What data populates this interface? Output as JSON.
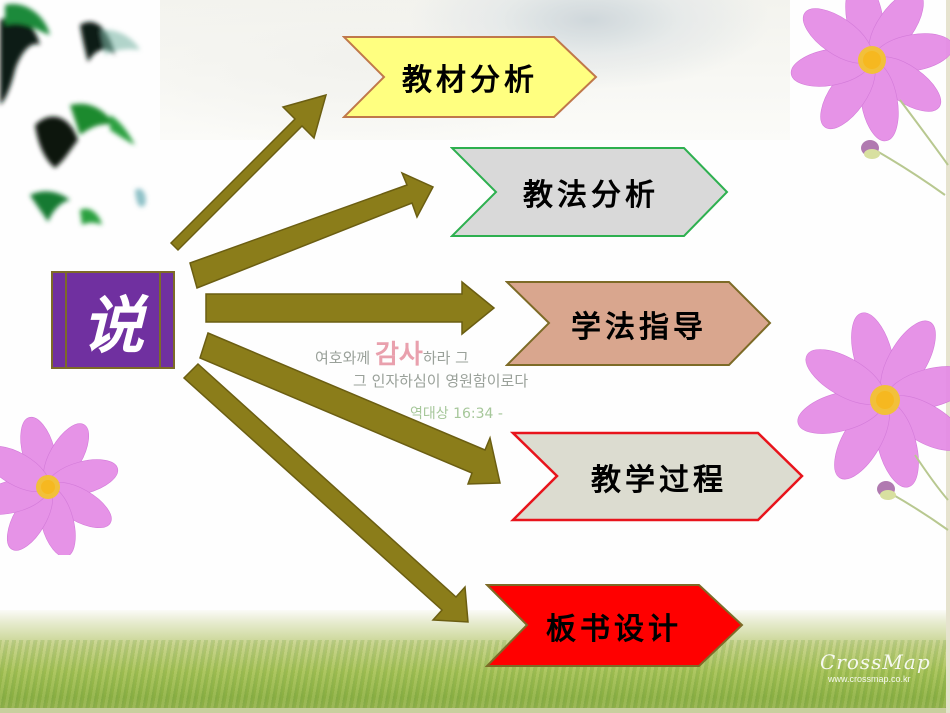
{
  "slide": {
    "center_label": "说",
    "items": [
      {
        "label": "教材分析",
        "fill": "#ffff80",
        "stroke": "#c0784a"
      },
      {
        "label": "教法分析",
        "fill": "#d9d9d9",
        "stroke": "#2eb050"
      },
      {
        "label": "学法指导",
        "fill": "#d9a68e",
        "stroke": "#7d6b27"
      },
      {
        "label": "教学过程",
        "fill": "#dcdcd0",
        "stroke": "#e8141c"
      },
      {
        "label": "板书设计",
        "fill": "#ff0000",
        "stroke": "#7d6b27"
      }
    ],
    "arrow_color": "#8b7d1a",
    "arrow_stroke": "#6b5e12"
  },
  "background": {
    "korean_line1_pre": "여호와께 ",
    "korean_line1_accent": "감사",
    "korean_line1_post": "하라 그",
    "korean_line2": "그 인자하심이 영원함이로다",
    "korean_line3": "역대상 16:34 -",
    "watermark_logo": "CrossMap",
    "watermark_url": "www.crossmap.co.kr"
  }
}
